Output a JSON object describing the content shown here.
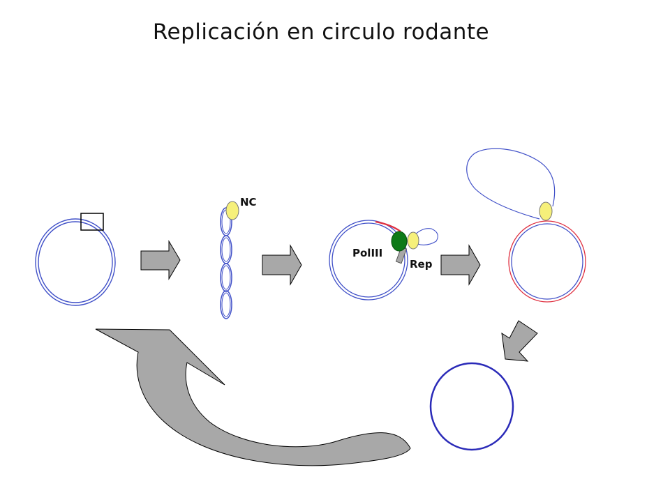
{
  "title": "Replicación en circulo rodante",
  "labels": {
    "nc": "NC",
    "pol": "PolIII",
    "rep": "Rep"
  },
  "colors": {
    "dna_blue": "#4050c8",
    "dna_red": "#e03040",
    "protein_yellow": "#f6f07a",
    "polymerase_green": "#0e7a18",
    "arrow_gray": "#a8a8a8"
  }
}
